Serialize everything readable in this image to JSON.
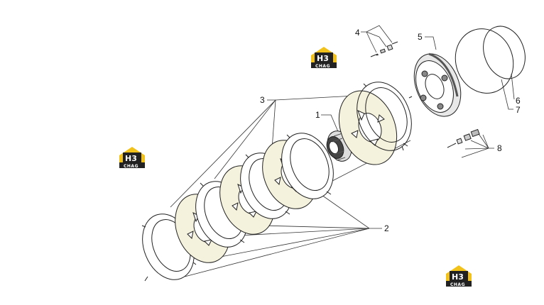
{
  "callouts": [
    {
      "id": "1",
      "text": "1"
    },
    {
      "id": "2",
      "text": "2"
    },
    {
      "id": "3",
      "text": "3"
    },
    {
      "id": "4",
      "text": "4"
    },
    {
      "id": "5",
      "text": "5"
    },
    {
      "id": "6",
      "text": "6"
    },
    {
      "id": "7",
      "text": "7"
    },
    {
      "id": "8",
      "text": "8"
    }
  ],
  "logos": [
    {
      "main": "H3",
      "sub": "CHAG"
    },
    {
      "main": "H3",
      "sub": "CHAG"
    },
    {
      "main": "H3",
      "sub": "CHAG"
    }
  ],
  "colors": {
    "friction_fill": "#f4f2dc",
    "line": "#222222",
    "logo_yellow": "#f2c21b",
    "logo_dark": "#222222"
  }
}
